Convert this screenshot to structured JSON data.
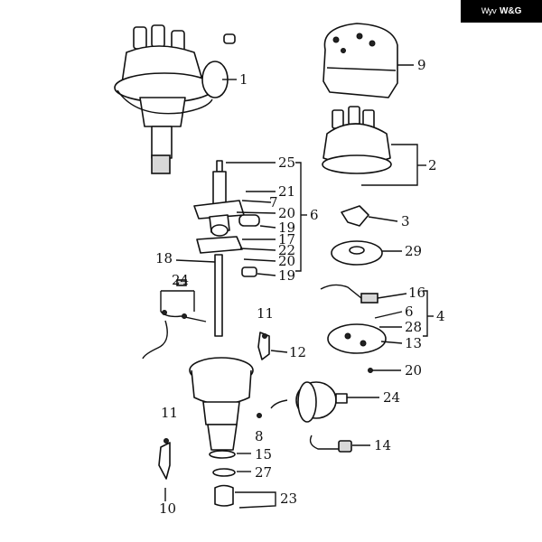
{
  "brand": {
    "mark": "Wyv",
    "text": "W&G",
    "bg": "#000000",
    "fg": "#ffffff"
  },
  "labels": {
    "l1": "1",
    "l9": "9",
    "l2": "2",
    "l3": "3",
    "l29": "29",
    "l16": "16",
    "l4": "4",
    "l6a": "6",
    "l28": "28",
    "l13": "13",
    "l20c": "20",
    "l24b": "24",
    "l14": "14",
    "l25": "25",
    "l21": "21",
    "l7": "7",
    "l20a": "20",
    "l6": "6",
    "l19a": "19",
    "l17": "17",
    "l22": "22",
    "l20b": "20",
    "l19b": "19",
    "l18": "18",
    "l24a": "24",
    "l11a": "11",
    "l12": "12",
    "l8": "8",
    "l15": "15",
    "l27": "27",
    "l23": "23",
    "l11b": "11",
    "l10": "10"
  }
}
